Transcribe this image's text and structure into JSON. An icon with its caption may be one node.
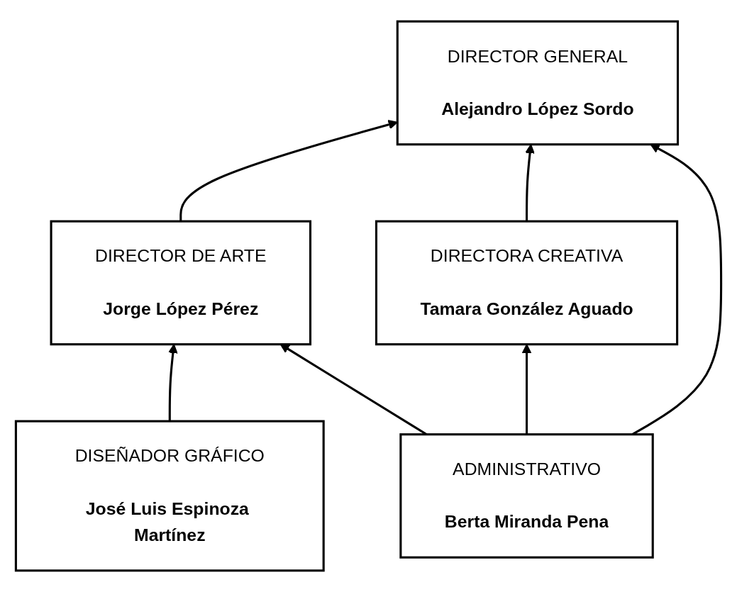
{
  "diagram": {
    "nodes": [
      {
        "text": [
          "DIRECTOR GENERAL",
          "Alejandro López Sordo"
        ]
      },
      {
        "text": [
          "DIRECTOR DE ARTE",
          "Jorge López Pérez"
        ]
      },
      {
        "text": [
          "DIRECTORA CREATIVA",
          "Tamara González Aguado"
        ]
      },
      {
        "text": [
          "DISEÑADOR GRÁFICO",
          "José Luis Espinoza Martínez"
        ]
      },
      {
        "text": [
          "ADMINISTRATIVO",
          "Berta Miranda Pena"
        ]
      }
    ],
    "edges": [
      {
        "from": 1,
        "to": 0,
        "arrow": "to"
      },
      {
        "from": 2,
        "to": 0,
        "arrow": "to"
      },
      {
        "from": 3,
        "to": 1,
        "arrow": "to"
      },
      {
        "from": 4,
        "to": 1,
        "arrow": "to"
      },
      {
        "from": 4,
        "to": 0,
        "arrow": "to"
      },
      {
        "from": 4,
        "to": 2,
        "arrow": "to"
      }
    ]
  }
}
